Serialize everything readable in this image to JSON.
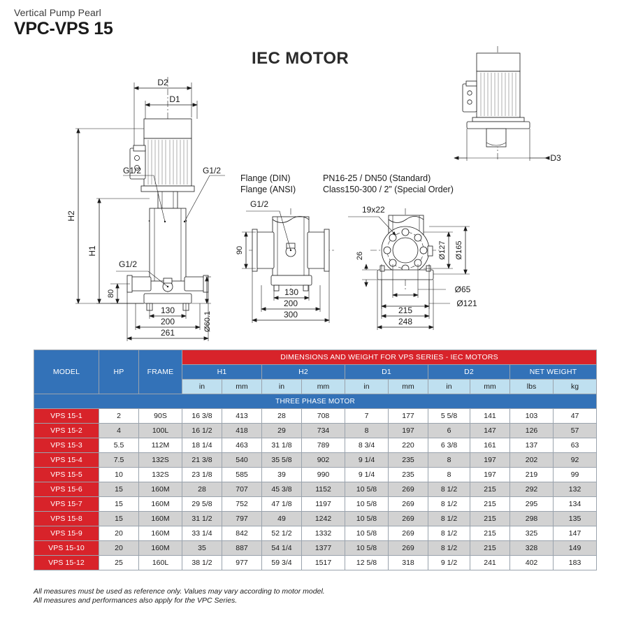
{
  "header": {
    "subtitle": "Vertical Pump Pearl",
    "title": "VPC-VPS 15"
  },
  "drawings": {
    "iec_motor_title": "IEC MOTOR",
    "flange": {
      "rows": [
        {
          "label": "Flange (DIN)",
          "value": "PN16-25 / DN50 (Standard)"
        },
        {
          "label": "Flange (ANSI)",
          "value": "Class150-300 / 2” (Special Order)"
        }
      ]
    },
    "labels": {
      "d1": "D1",
      "d2": "D2",
      "d3": "D3",
      "h1": "H1",
      "h2": "H2",
      "g12_a": "G1/2",
      "g12_b": "G1/2",
      "g12_c": "G1/2",
      "g12_d": "G1/2",
      "w80": "80",
      "w90": "90",
      "w26": "26",
      "d60": "Ø60.1",
      "v130_left": "130",
      "v200_left": "200",
      "v261": "261",
      "v130_mid": "130",
      "v200_mid": "200",
      "v300": "300",
      "bolt": "19x22",
      "d127": "Ø127",
      "d165": "Ø165",
      "d65": "Ø65",
      "d121": "Ø121",
      "v215": "215",
      "v248": "248"
    }
  },
  "table": {
    "banner": "DIMENSIONS AND WEIGHT FOR VPS SERIES - IEC MOTORS",
    "phase_band": "THREE PHASE MOTOR",
    "group_headers": {
      "model": "MODEL",
      "hp": "HP",
      "frame": "FRAME",
      "h1": "H1",
      "h2": "H2",
      "d1": "D1",
      "d2": "D2",
      "net_weight": "NET WEIGHT"
    },
    "unit_headers": {
      "h1_in": "in",
      "h1_mm": "mm",
      "h2_in": "in",
      "h2_mm": "mm",
      "d1_in": "in",
      "d1_mm": "mm",
      "d2_in": "in",
      "d2_mm": "mm",
      "lbs": "lbs",
      "kg": "kg"
    },
    "rows": [
      {
        "model": "VPS 15-1",
        "hp": "2",
        "frame": "90S",
        "h1_in": "16 3/8",
        "h1_mm": "413",
        "h2_in": "28",
        "h2_mm": "708",
        "d1_in": "7",
        "d1_mm": "177",
        "d2_in": "5 5/8",
        "d2_mm": "141",
        "lbs": "103",
        "kg": "47"
      },
      {
        "model": "VPS 15-2",
        "hp": "4",
        "frame": "100L",
        "h1_in": "16 1/2",
        "h1_mm": "418",
        "h2_in": "29",
        "h2_mm": "734",
        "d1_in": "8",
        "d1_mm": "197",
        "d2_in": "6",
        "d2_mm": "147",
        "lbs": "126",
        "kg": "57"
      },
      {
        "model": "VPS 15-3",
        "hp": "5.5",
        "frame": "112M",
        "h1_in": "18 1/4",
        "h1_mm": "463",
        "h2_in": "31 1/8",
        "h2_mm": "789",
        "d1_in": "8 3/4",
        "d1_mm": "220",
        "d2_in": "6 3/8",
        "d2_mm": "161",
        "lbs": "137",
        "kg": "63"
      },
      {
        "model": "VPS 15-4",
        "hp": "7.5",
        "frame": "132S",
        "h1_in": "21 3/8",
        "h1_mm": "540",
        "h2_in": "35 5/8",
        "h2_mm": "902",
        "d1_in": "9 1/4",
        "d1_mm": "235",
        "d2_in": "8",
        "d2_mm": "197",
        "lbs": "202",
        "kg": "92"
      },
      {
        "model": "VPS 15-5",
        "hp": "10",
        "frame": "132S",
        "h1_in": "23 1/8",
        "h1_mm": "585",
        "h2_in": "39",
        "h2_mm": "990",
        "d1_in": "9 1/4",
        "d1_mm": "235",
        "d2_in": "8",
        "d2_mm": "197",
        "lbs": "219",
        "kg": "99"
      },
      {
        "model": "VPS 15-6",
        "hp": "15",
        "frame": "160M",
        "h1_in": "28",
        "h1_mm": "707",
        "h2_in": "45 3/8",
        "h2_mm": "1152",
        "d1_in": "10 5/8",
        "d1_mm": "269",
        "d2_in": "8 1/2",
        "d2_mm": "215",
        "lbs": "292",
        "kg": "132"
      },
      {
        "model": "VPS 15-7",
        "hp": "15",
        "frame": "160M",
        "h1_in": "29 5/8",
        "h1_mm": "752",
        "h2_in": "47 1/8",
        "h2_mm": "1197",
        "d1_in": "10 5/8",
        "d1_mm": "269",
        "d2_in": "8 1/2",
        "d2_mm": "215",
        "lbs": "295",
        "kg": "134"
      },
      {
        "model": "VPS 15-8",
        "hp": "15",
        "frame": "160M",
        "h1_in": "31 1/2",
        "h1_mm": "797",
        "h2_in": "49",
        "h2_mm": "1242",
        "d1_in": "10 5/8",
        "d1_mm": "269",
        "d2_in": "8 1/2",
        "d2_mm": "215",
        "lbs": "298",
        "kg": "135"
      },
      {
        "model": "VPS 15-9",
        "hp": "20",
        "frame": "160M",
        "h1_in": "33 1/4",
        "h1_mm": "842",
        "h2_in": "52 1/2",
        "h2_mm": "1332",
        "d1_in": "10 5/8",
        "d1_mm": "269",
        "d2_in": "8 1/2",
        "d2_mm": "215",
        "lbs": "325",
        "kg": "147"
      },
      {
        "model": "VPS 15-10",
        "hp": "20",
        "frame": "160M",
        "h1_in": "35",
        "h1_mm": "887",
        "h2_in": "54 1/4",
        "h2_mm": "1377",
        "d1_in": "10 5/8",
        "d1_mm": "269",
        "d2_in": "8 1/2",
        "d2_mm": "215",
        "lbs": "328",
        "kg": "149"
      },
      {
        "model": "VPS 15-12",
        "hp": "25",
        "frame": "160L",
        "h1_in": "38 1/2",
        "h1_mm": "977",
        "h2_in": "59 3/4",
        "h2_mm": "1517",
        "d1_in": "12 5/8",
        "d1_mm": "318",
        "d2_in": "9 1/2",
        "d2_mm": "241",
        "lbs": "402",
        "kg": "183"
      }
    ]
  },
  "footnote": {
    "line1": "All measures must be used as reference only. Values may vary according to motor model.",
    "line2": "All measures and performances also apply for the VPC Series."
  },
  "colors": {
    "header_blue": "#3372b8",
    "banner_red": "#d8232a",
    "unit_light_blue": "#bfe0f0",
    "row_grey": "#d2d2d2"
  }
}
